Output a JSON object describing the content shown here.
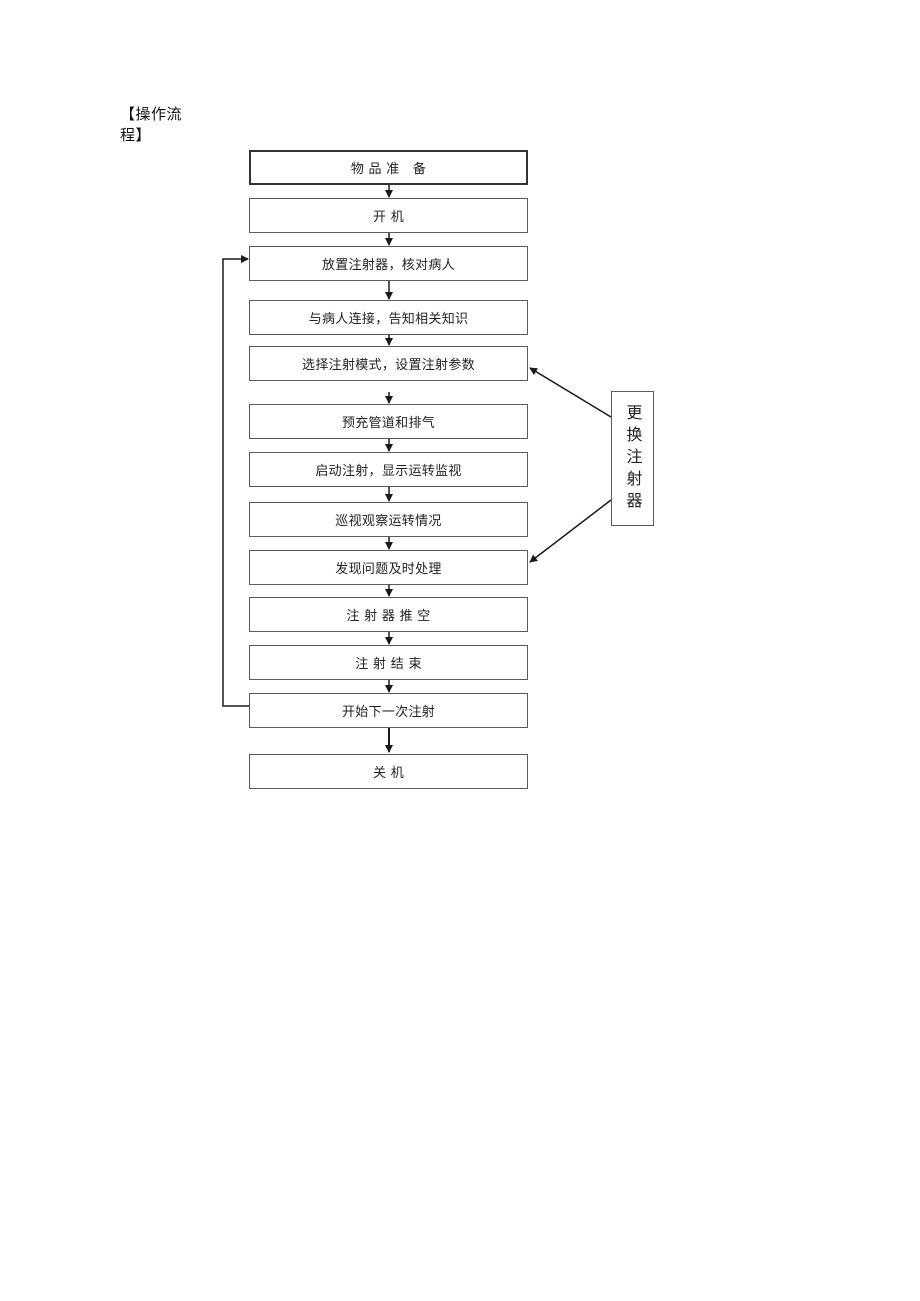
{
  "heading": "【操作流程】",
  "steps": [
    "物 品 准　备",
    "开 机",
    "放置注射器，核对病人",
    "与病人连接，告知相关知识",
    "选择注射模式，设置注射参数",
    "预充管道和排气",
    "启动注射，显示运转监视",
    "巡视观察运转情况",
    "发现问题及时处理",
    "注 射 器 推 空",
    "注 射 结 束",
    "开始下一次注射",
    "关 机"
  ],
  "side_box": "更换注射器"
}
